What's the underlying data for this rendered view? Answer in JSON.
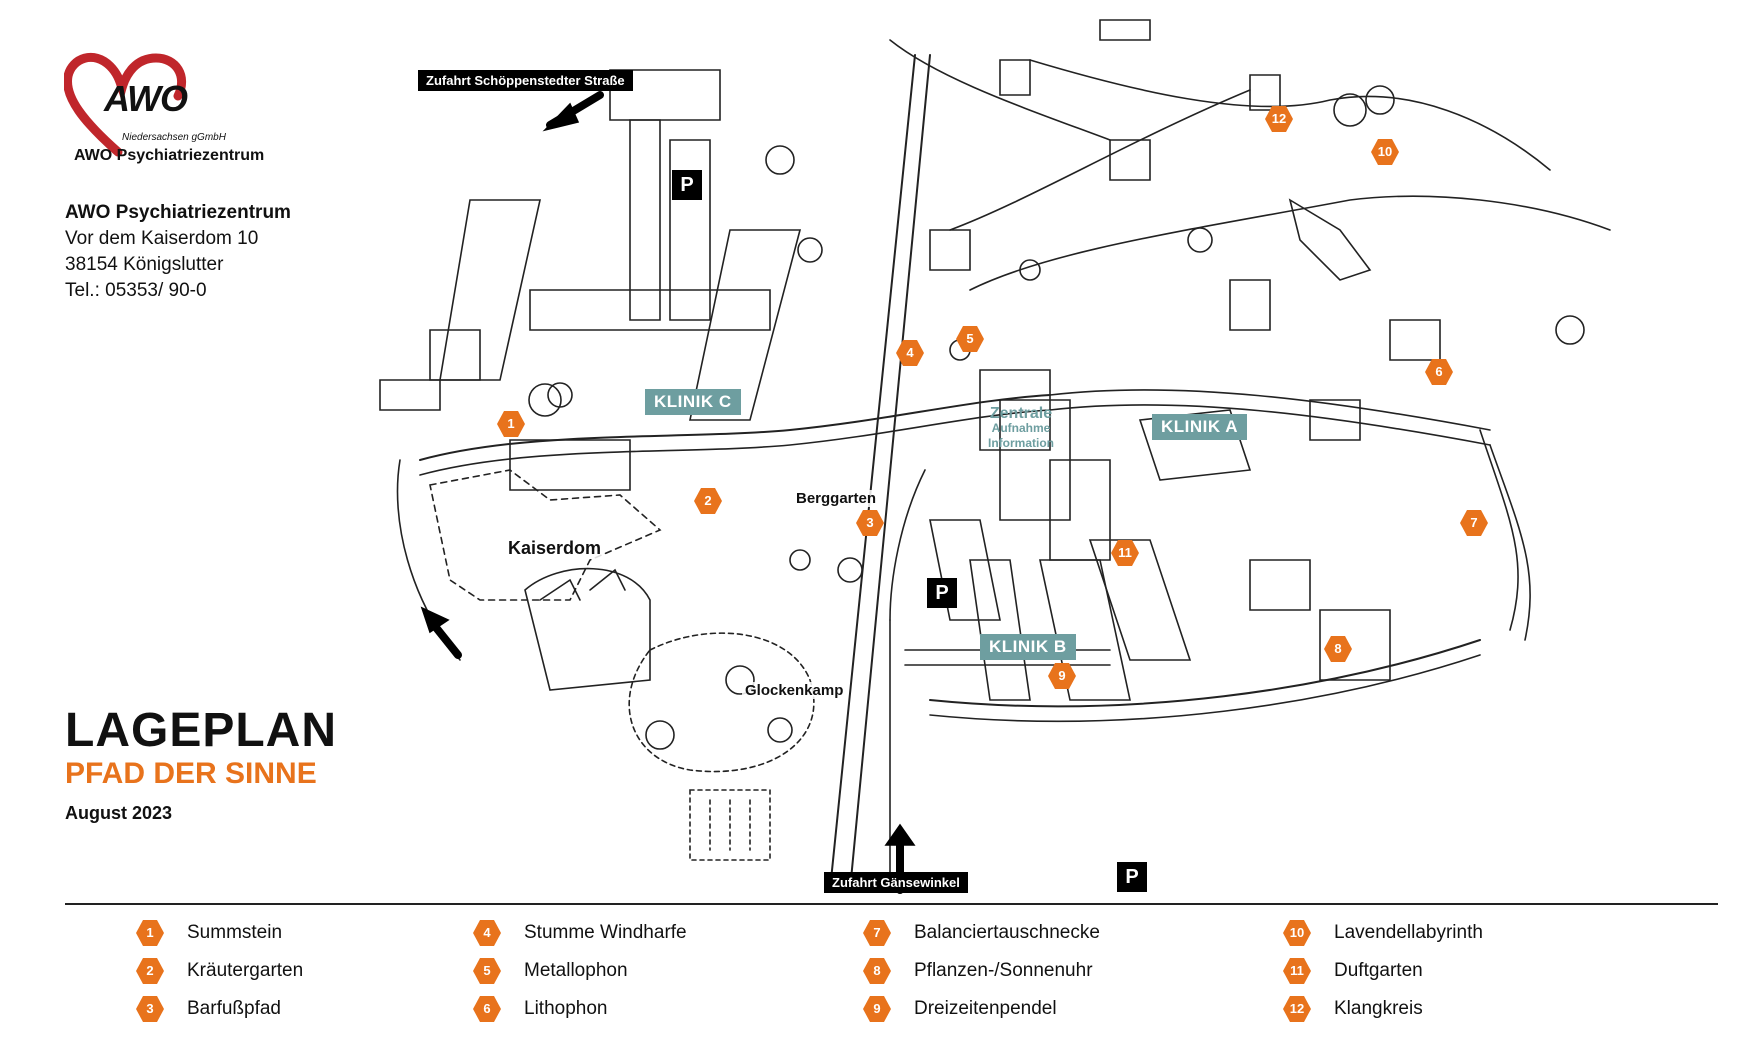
{
  "branding": {
    "logo_text": "AWO",
    "logo_subline": "Niedersachsen gGmbH",
    "org_name": "AWO Psychiatriezentrum",
    "heart_color": "#c0262b"
  },
  "address": {
    "name": "AWO Psychiatriezentrum",
    "street": "Vor dem Kaiserdom 10",
    "city": "38154 Königslutter",
    "phone": "Tel.: 05353/ 90-0"
  },
  "heading": {
    "title": "LAGEPLAN",
    "subtitle": "PFAD DER SINNE",
    "date": "August 2023"
  },
  "colors": {
    "accent_orange": "#e8731c",
    "klinik_teal": "#6e9ea0",
    "ink": "#111111"
  },
  "map": {
    "access_labels": {
      "north": "Zufahrt Schöppenstedter Straße",
      "south": "Zufahrt Gänsewinkel"
    },
    "parking_symbol": "P",
    "clinics": [
      "KLINIK A",
      "KLINIK B",
      "KLINIK C"
    ],
    "zentrale": {
      "title": "Zentrale",
      "line1": "Aufnahme",
      "line2": "Information"
    },
    "places": {
      "kaiserdom": "Kaiserdom",
      "berggarten": "Berggarten",
      "glockenkamp": "Glockenkamp"
    },
    "station_markers": [
      "1",
      "2",
      "3",
      "4",
      "5",
      "6",
      "7",
      "8",
      "9",
      "10",
      "11",
      "12"
    ]
  },
  "legend": [
    {
      "num": "1",
      "label": "Summstein"
    },
    {
      "num": "2",
      "label": "Kräutergarten"
    },
    {
      "num": "3",
      "label": "Barfußpfad"
    },
    {
      "num": "4",
      "label": "Stumme Windharfe"
    },
    {
      "num": "5",
      "label": "Metallophon"
    },
    {
      "num": "6",
      "label": "Lithophon"
    },
    {
      "num": "7",
      "label": "Balanciertauschnecke"
    },
    {
      "num": "8",
      "label": "Pflanzen-/Sonnenuhr"
    },
    {
      "num": "9",
      "label": "Dreizeitenpendel"
    },
    {
      "num": "10",
      "label": "Lavendellabyrinth"
    },
    {
      "num": "11",
      "label": "Duftgarten"
    },
    {
      "num": "12",
      "label": "Klangkreis"
    }
  ]
}
